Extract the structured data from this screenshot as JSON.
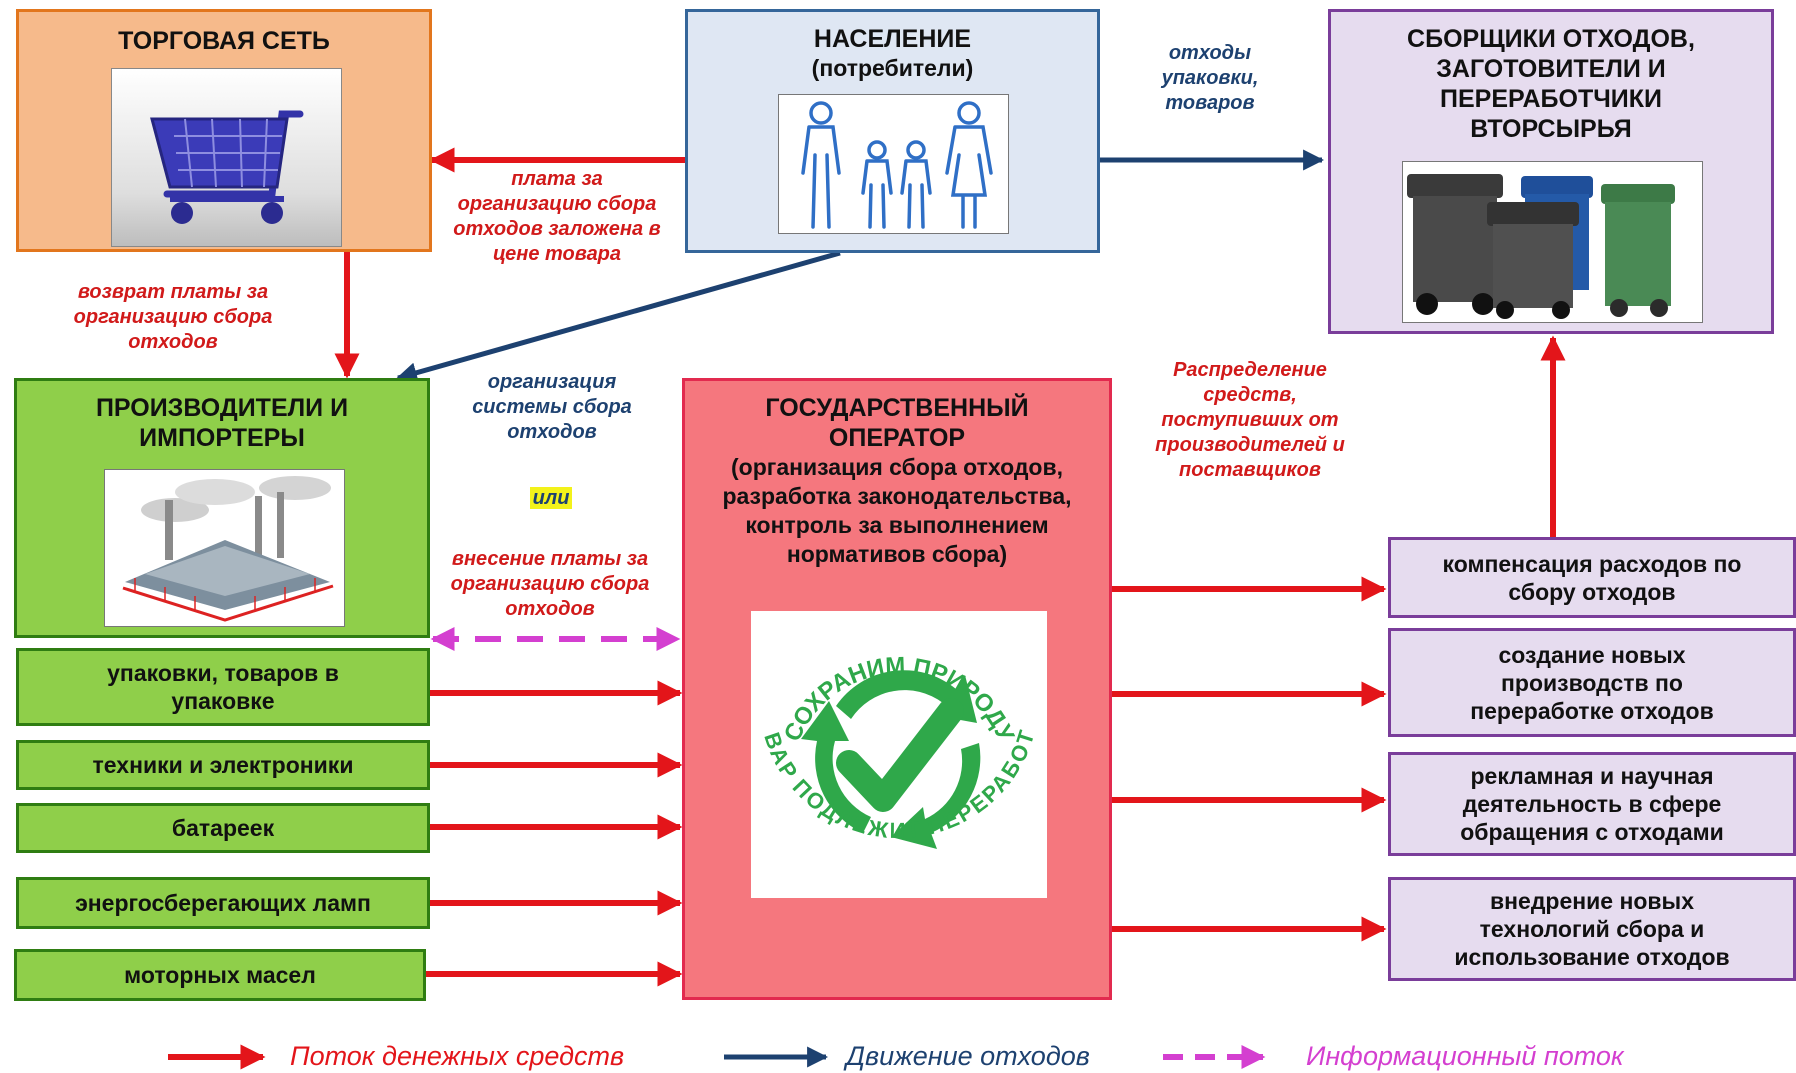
{
  "colors": {
    "money": "#e3151a",
    "waste": "#1d4170",
    "info": "#d43fd0",
    "retail_fill": "#f6ba8b",
    "population_fill": "#dfe7f3",
    "producers_fill": "#8fcf4a",
    "operator_fill": "#f5777e",
    "collectors_fill": "#e6dcef"
  },
  "retail": {
    "title": "ТОРГОВАЯ СЕТЬ",
    "icon": "shopping-cart-icon"
  },
  "population": {
    "title": "НАСЕЛЕНИЕ",
    "subtitle": "(потребители)",
    "icon": "family-icon"
  },
  "collectors": {
    "title": "СБОРЩИКИ ОТХОДОВ, ЗАГОТОВИТЕЛИ И ПЕРЕРАБОТЧИКИ ВТОРСЫРЬЯ",
    "icon": "waste-bins-icon"
  },
  "producers": {
    "title": "ПРОИЗВОДИТЕЛИ И ИМПОРТЕРЫ",
    "icon": "factory-icon",
    "items": [
      "упаковки, товаров в упаковке",
      "техники и электроники",
      "батареек",
      "энергосберегающих ламп",
      "моторных масел"
    ]
  },
  "operator": {
    "title": "ГОСУДАРСТВЕННЫЙ ОПЕРАТОР",
    "subtitle": "(организация сбора отходов, разработка законодательства, контроль за выполнением нормативов сбора)",
    "logo": {
      "top_text": "СОХРАНИМ ПРИРОДУ",
      "bottom_text": "ТОВАР ПОДЛЕЖИТ ПЕРЕРАБОТКЕ",
      "icon": "recycle-check-icon"
    }
  },
  "outcomes": [
    "компенсация расходов по сбору отходов",
    "создание новых производств по переработке отходов",
    "рекламная и научная деятельность в сфере обращения с отходами",
    "внедрение новых технологий сбора и использование отходов"
  ],
  "labels": {
    "payment_included": "плата за организацию сбора отходов заложена в цене товара",
    "payment_return": "возврат платы за организацию сбора отходов",
    "packaging_waste": "отходы упаковки, товаров",
    "collection_system": "организация системы сбора отходов",
    "or": "или",
    "fee_payment": "внесение платы за организацию сбора отходов",
    "funds_distribution": "Распределение средств, поступивших от производителей и поставщиков"
  },
  "legend": {
    "money": "Поток денежных средств",
    "waste": "Движение отходов",
    "info": "Информационный поток"
  }
}
